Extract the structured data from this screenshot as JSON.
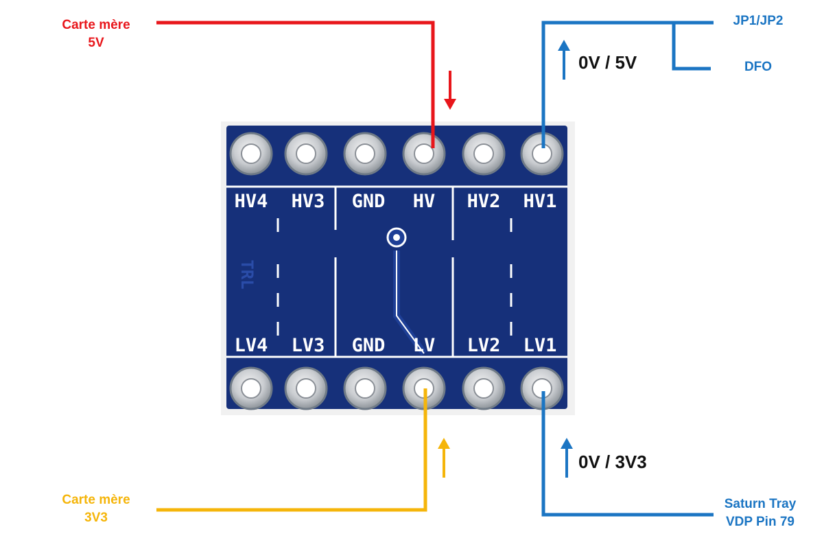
{
  "labels": {
    "mb_5v_line1": "Carte mère",
    "mb_5v_line2": "5V",
    "mb_3v3_line1": "Carte mère",
    "mb_3v3_line2": "3V3",
    "jp": "JP1/JP2",
    "dfo": "DFO",
    "volt_high": "0V / 5V",
    "volt_low": "0V / 3V3",
    "saturn_line1": "Saturn Tray",
    "saturn_line2": "VDP Pin 79"
  },
  "board": {
    "top_pins": [
      "HV4",
      "HV3",
      "GND",
      "HV",
      "HV2",
      "HV1"
    ],
    "bottom_pins": [
      "LV4",
      "LV3",
      "GND",
      "LV",
      "LV2",
      "LV1"
    ],
    "side_text": "TRL"
  },
  "colors": {
    "red": "#e8161b",
    "yellow": "#f5b50a",
    "blue": "#1b75c3",
    "pcb": "#16307a"
  }
}
